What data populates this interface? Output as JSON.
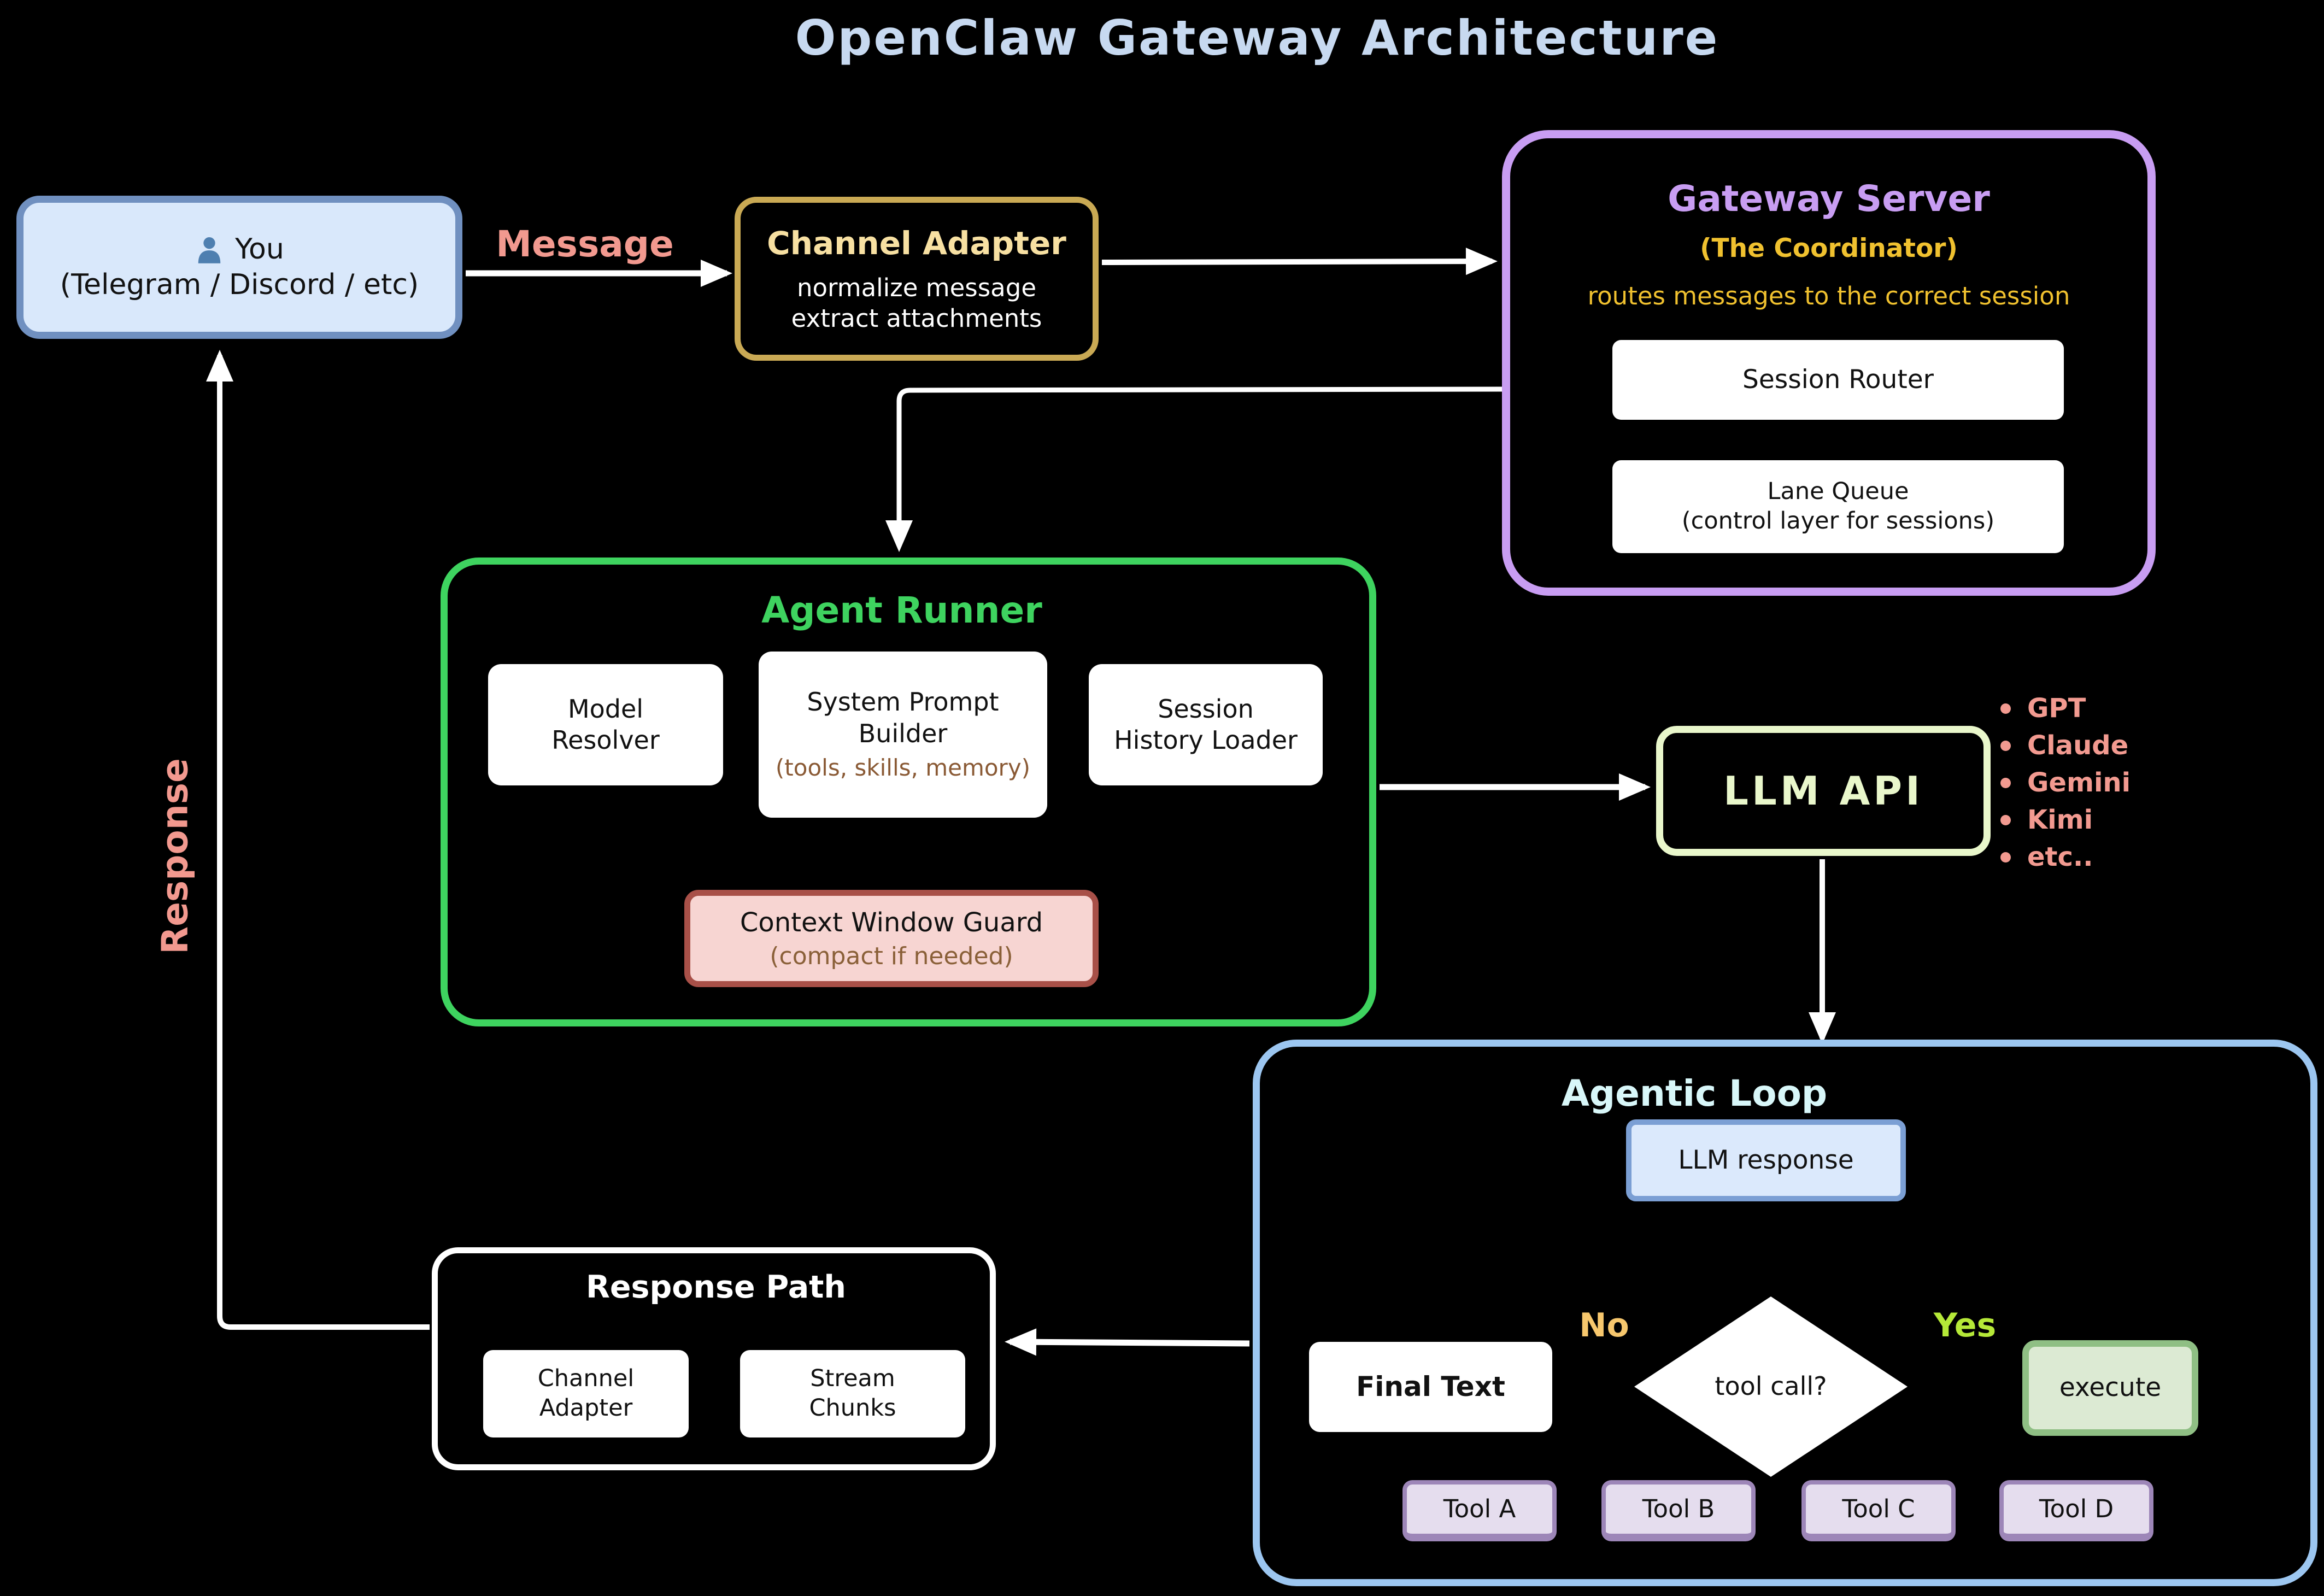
{
  "title": "OpenClaw Gateway Architecture",
  "labels": {
    "message": "Message",
    "response": "Response",
    "no": "No",
    "yes": "Yes"
  },
  "user": {
    "label": "You",
    "sub": "(Telegram / Discord / etc)",
    "icon": "person-icon"
  },
  "channel_adapter": {
    "title": "Channel Adapter",
    "line1": "normalize message",
    "line2": "extract attachments"
  },
  "gateway_server": {
    "title": "Gateway Server",
    "subtitle": "(The Coordinator)",
    "description": "routes messages to the correct session",
    "session_router": "Session Router",
    "lane_queue": {
      "title": "Lane Queue",
      "sub": "(control layer for sessions)"
    }
  },
  "agent_runner": {
    "title": "Agent Runner",
    "model_resolver": {
      "line1": "Model",
      "line2": "Resolver"
    },
    "system_prompt_builder": {
      "line1": "System Prompt",
      "line2": "Builder",
      "note": "(tools, skills, memory)"
    },
    "session_history_loader": {
      "line1": "Session",
      "line2": "History Loader"
    },
    "context_window_guard": {
      "title": "Context Window Guard",
      "note": "(compact if needed)"
    }
  },
  "llm_api": {
    "title": "LLM API",
    "models": [
      "GPT",
      "Claude",
      "Gemini",
      "Kimi",
      "etc.."
    ]
  },
  "agentic_loop": {
    "title": "Agentic Loop",
    "llm_response": "LLM response",
    "decision": "tool call?",
    "final_text": "Final Text",
    "execute": "execute",
    "tools": [
      "Tool A",
      "Tool B",
      "Tool C",
      "Tool D"
    ]
  },
  "response_path": {
    "title": "Response Path",
    "channel_adapter": {
      "line1": "Channel",
      "line2": "Adapter"
    },
    "stream_chunks": {
      "line1": "Stream",
      "line2": "Chunks"
    }
  },
  "colors": {
    "background": "#000000",
    "title_text": "#c7d9f0",
    "flow_pink": "#f2998f",
    "you_fill": "#d9e8fb",
    "you_border": "#7090c0",
    "gold_border": "#c9a954",
    "gold_title": "#f7e0a2",
    "purple": "#c89df2",
    "gold_accent": "#f0c12f",
    "green": "#3ed35f",
    "light_green_connector": "#b9e2a2",
    "note_brown": "#8a5a35",
    "guard_fill": "#f7d5d2",
    "guard_border": "#a85048",
    "llm_api_accent": "#e9f7cb",
    "model_list_pink": "#f29a90",
    "loop_border_blue": "#9cc6f0",
    "loop_title_cyan": "#d8f7f9",
    "llm_response_fill": "#dbe9fc",
    "llm_response_border": "#7b9fd4",
    "no_label": "#f7c76d",
    "no_arrow": "#f49b2d",
    "yes_label": "#b5e838",
    "execute_fill": "#dcead3",
    "execute_border": "#8fbf84",
    "arrow_green": "#2fa452",
    "tool_fill": "#e5ddee",
    "tool_border": "#9d86b8",
    "white": "#ffffff"
  }
}
